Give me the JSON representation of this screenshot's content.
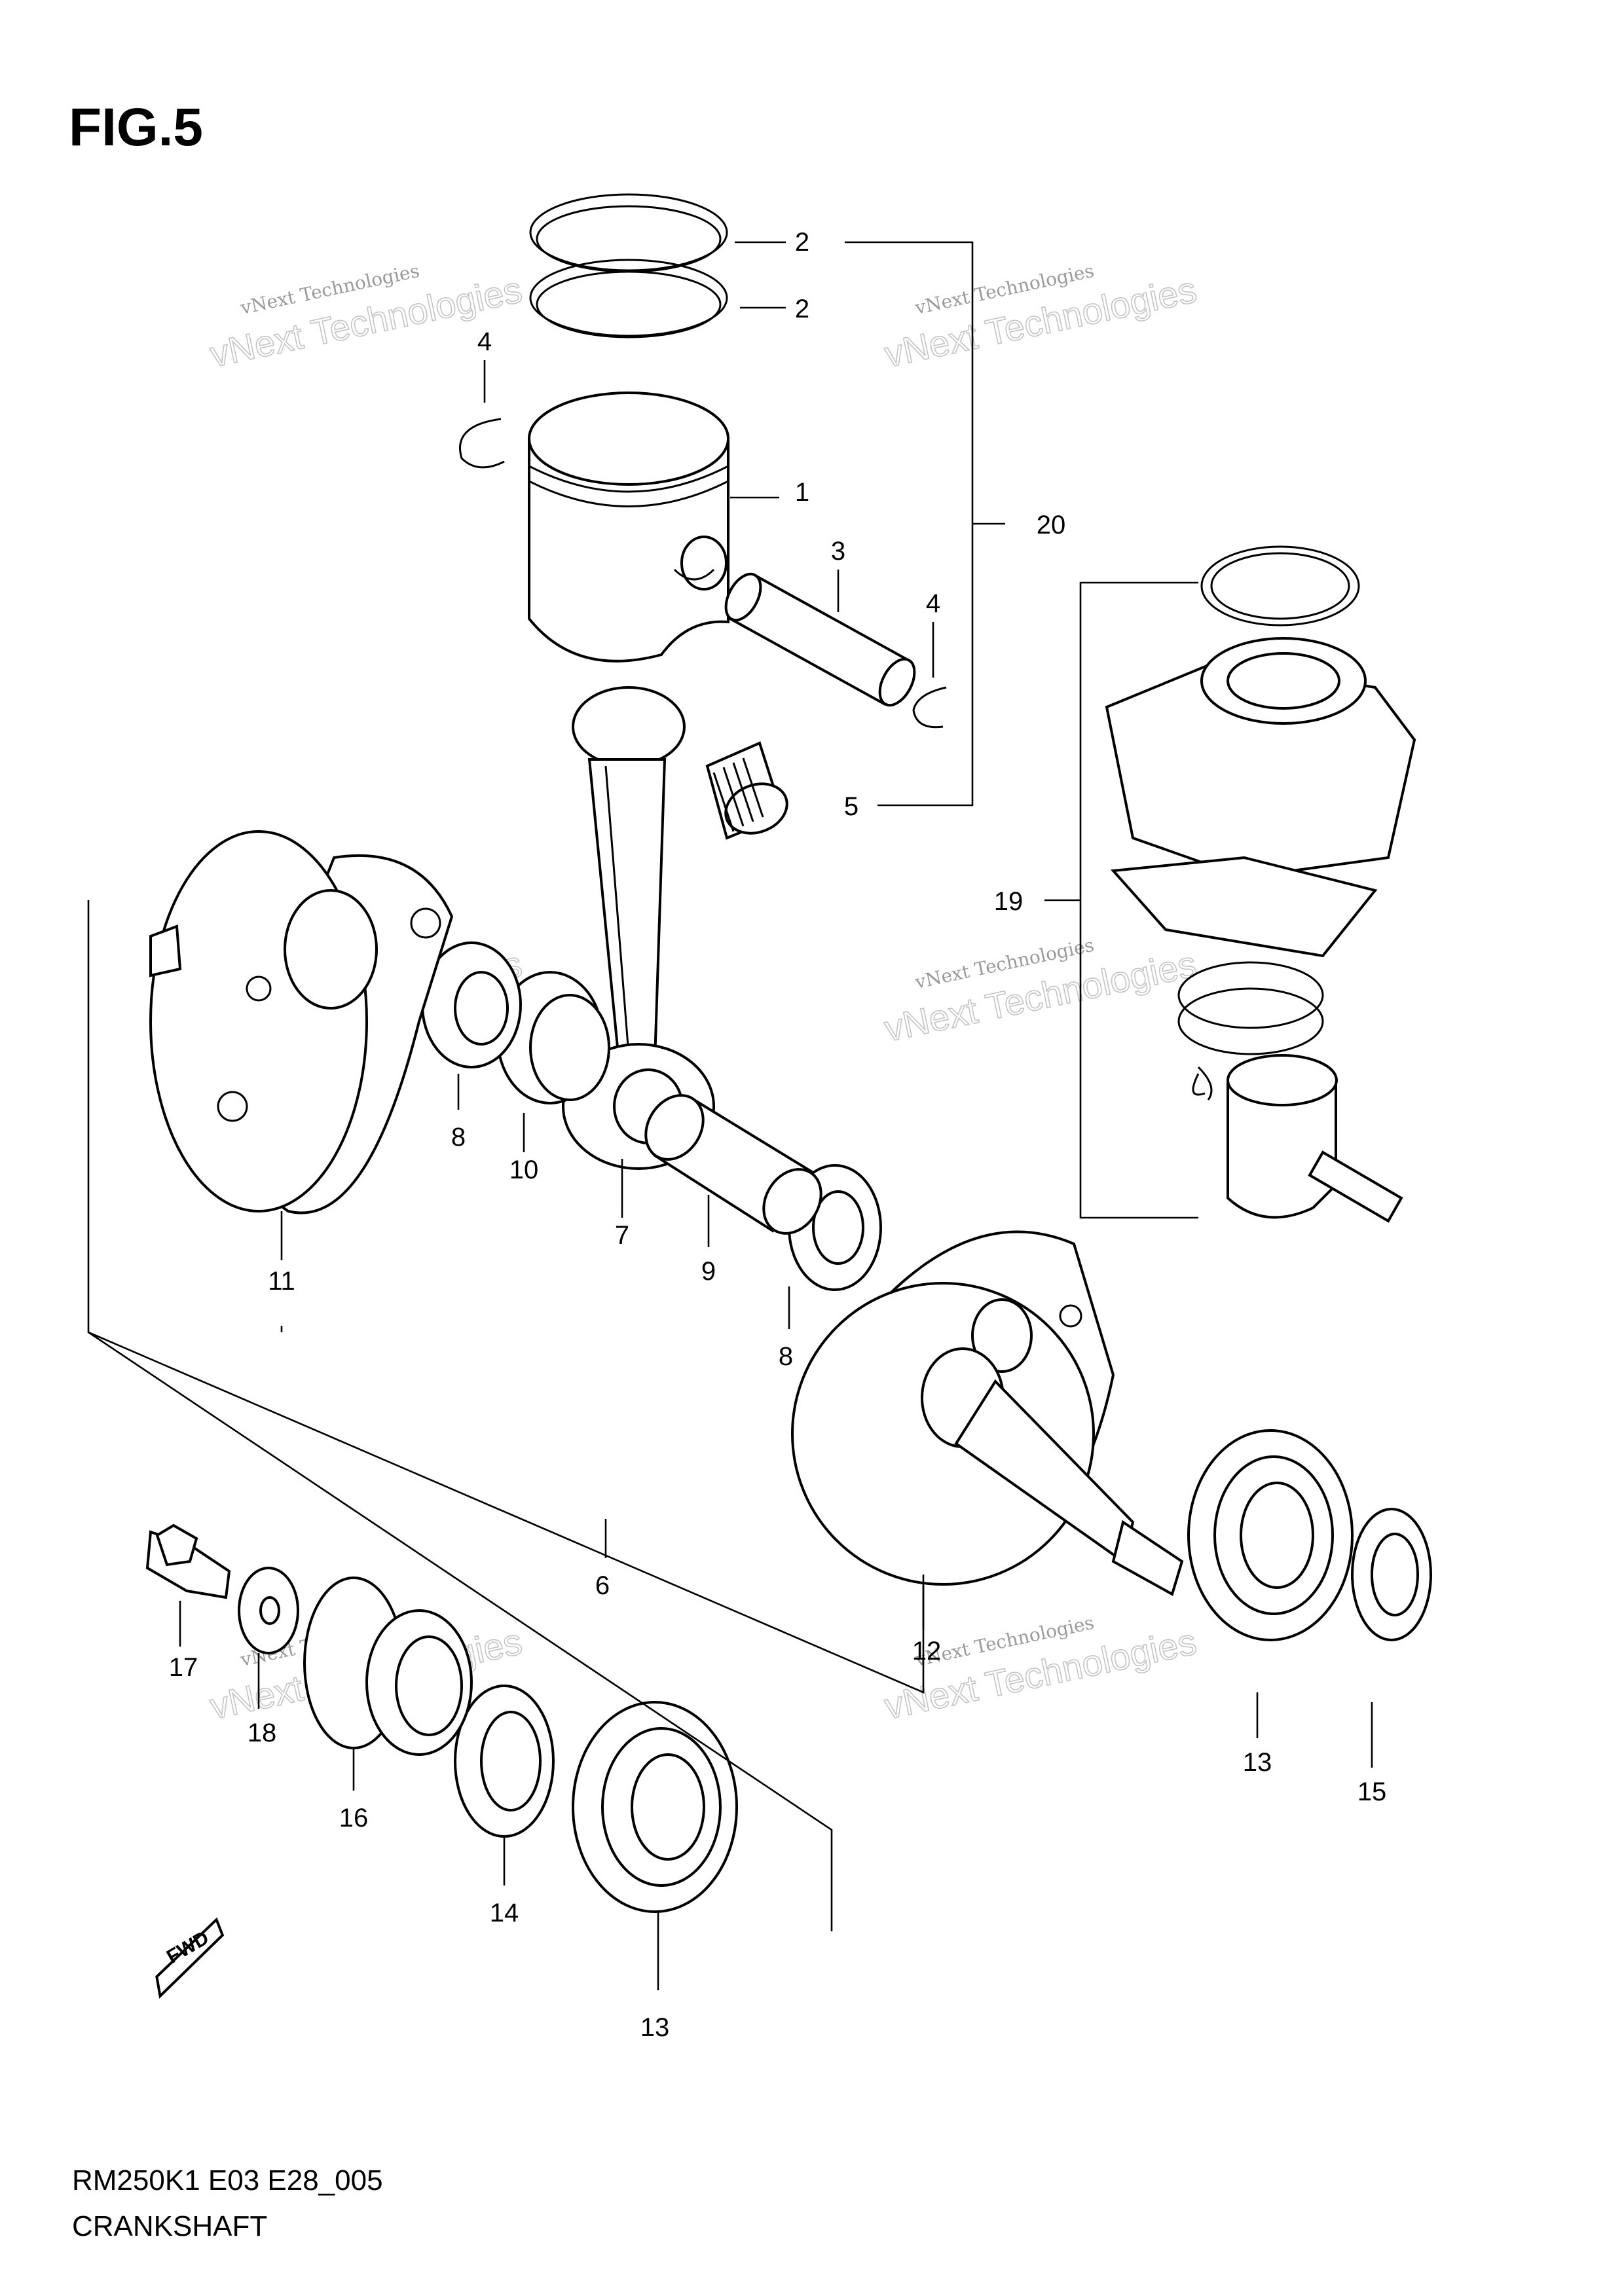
{
  "figure": {
    "title": "FIG.5"
  },
  "callouts": [
    "1",
    "2",
    "2",
    "3",
    "4",
    "4",
    "5",
    "6",
    "7",
    "8",
    "8",
    "9",
    "10",
    "11",
    "12",
    "13",
    "13",
    "14",
    "15",
    "16",
    "17",
    "18",
    "19",
    "20"
  ],
  "watermark": {
    "small": "vNext Technologies",
    "large": "vNext Technologies"
  },
  "fwd_label": "FWD",
  "footer": {
    "code": "RM250K1 E03 E28_005",
    "name": "CRANKSHAFT"
  }
}
